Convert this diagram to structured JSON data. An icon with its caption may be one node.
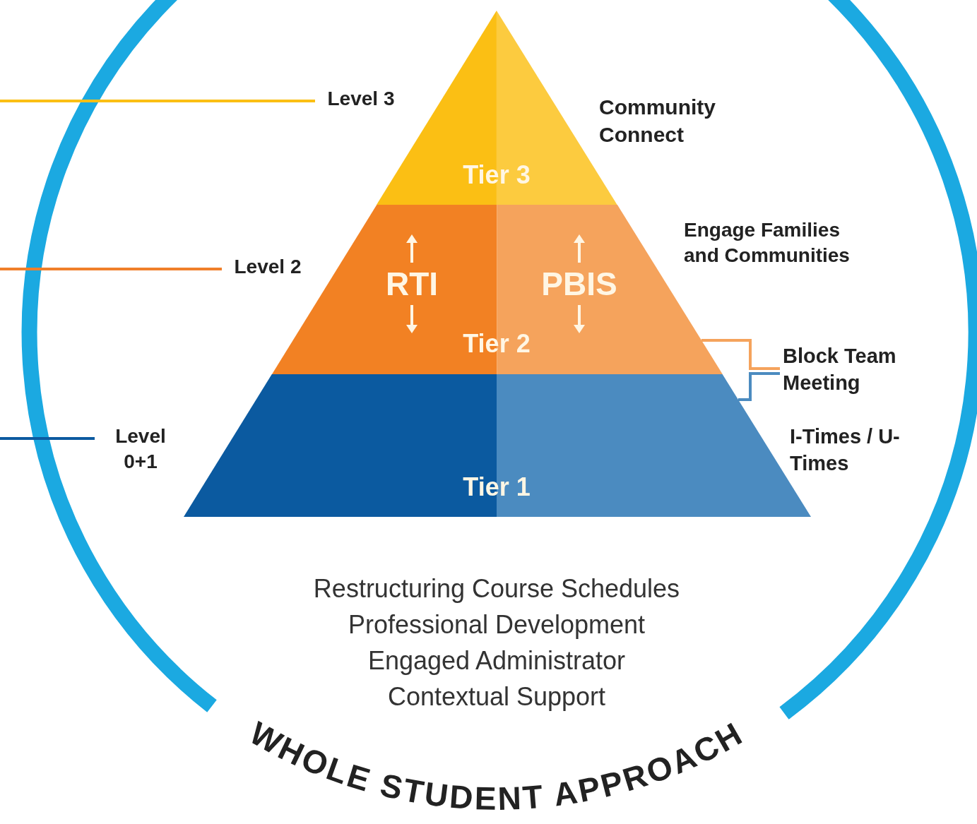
{
  "diagram": {
    "nodes": [
      {
        "text": [
          "Tier 3"
        ]
      },
      {
        "text": [
          "RTI",
          "PBIS",
          "Tier 2"
        ]
      },
      {
        "text": [
          "Tier 1"
        ]
      },
      {
        "text": [
          "Level 3"
        ]
      },
      {
        "text": [
          "Level 2"
        ]
      },
      {
        "text": [
          "Level 0+1"
        ]
      },
      {
        "text": [
          "Community Connect"
        ]
      },
      {
        "text": [
          "Engage Families and Communities"
        ]
      },
      {
        "text": [
          "Block Team Meeting"
        ]
      },
      {
        "text": [
          "I-Times / U-Times"
        ]
      }
    ],
    "edges": [
      {
        "from": null,
        "to": 3,
        "arrow": "none",
        "color": "#fbbf14"
      },
      {
        "from": null,
        "to": 4,
        "arrow": "none",
        "color": "#f07f2a"
      },
      {
        "from": null,
        "to": 5,
        "arrow": "none",
        "color": "#0b5aa0"
      },
      {
        "from": 8,
        "to": 1,
        "arrow": "none",
        "color": "#f5a35c"
      },
      {
        "from": 8,
        "to": 2,
        "arrow": "none",
        "color": "#4b8bc0"
      }
    ],
    "labels": [
      "Restructuring Course Schedules",
      "Professional Development",
      "Engaged Administrator",
      "Contextual Support",
      "WHOLE STUDENT APPROACH"
    ]
  }
}
